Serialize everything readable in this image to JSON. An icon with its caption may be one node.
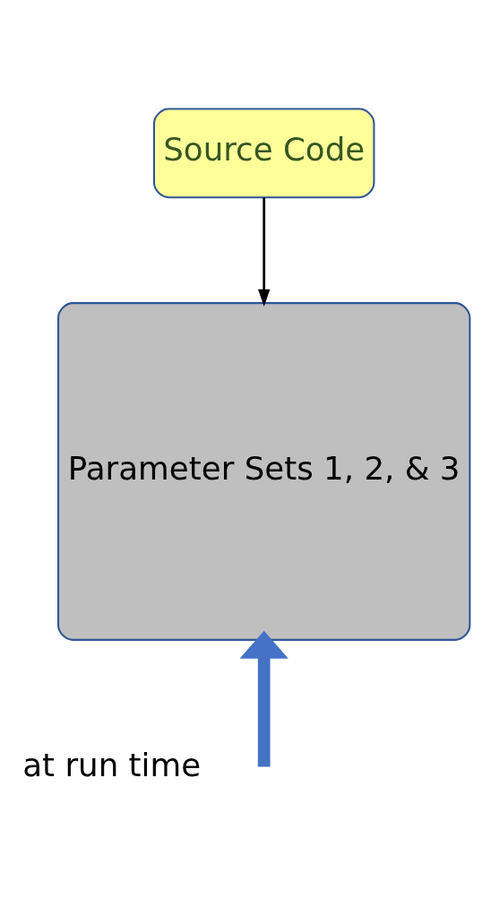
{
  "diagram": {
    "nodes": [
      {
        "text": [
          "Source Code"
        ]
      },
      {
        "text": [
          "Parameter Sets 1, 2, & 3"
        ]
      }
    ],
    "edges": [
      {
        "from": 0,
        "to": 1,
        "arrow": "to"
      },
      {
        "from": null,
        "to": 1,
        "arrow": "to",
        "style": "thick",
        "color": "#4472c4"
      }
    ],
    "labels": [
      "at run time"
    ]
  }
}
